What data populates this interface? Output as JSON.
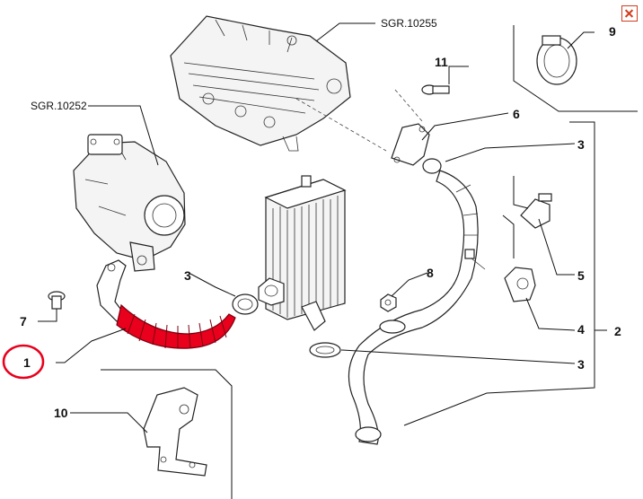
{
  "refs": {
    "intake_manifold": "SGR.10255",
    "turbocharger": "SGR.10252"
  },
  "callouts": {
    "c1": "1",
    "c2": "2",
    "c3a": "3",
    "c3b": "3",
    "c3c": "3",
    "c4": "4",
    "c5": "5",
    "c6": "6",
    "c7": "7",
    "c8": "8",
    "c9": "9",
    "c10": "10",
    "c11": "11"
  },
  "colors": {
    "highlight_part": "#e8001c",
    "highlight_circle": "#e8001c",
    "close_icon": "#d23c1e"
  },
  "close_icon": "close-icon"
}
